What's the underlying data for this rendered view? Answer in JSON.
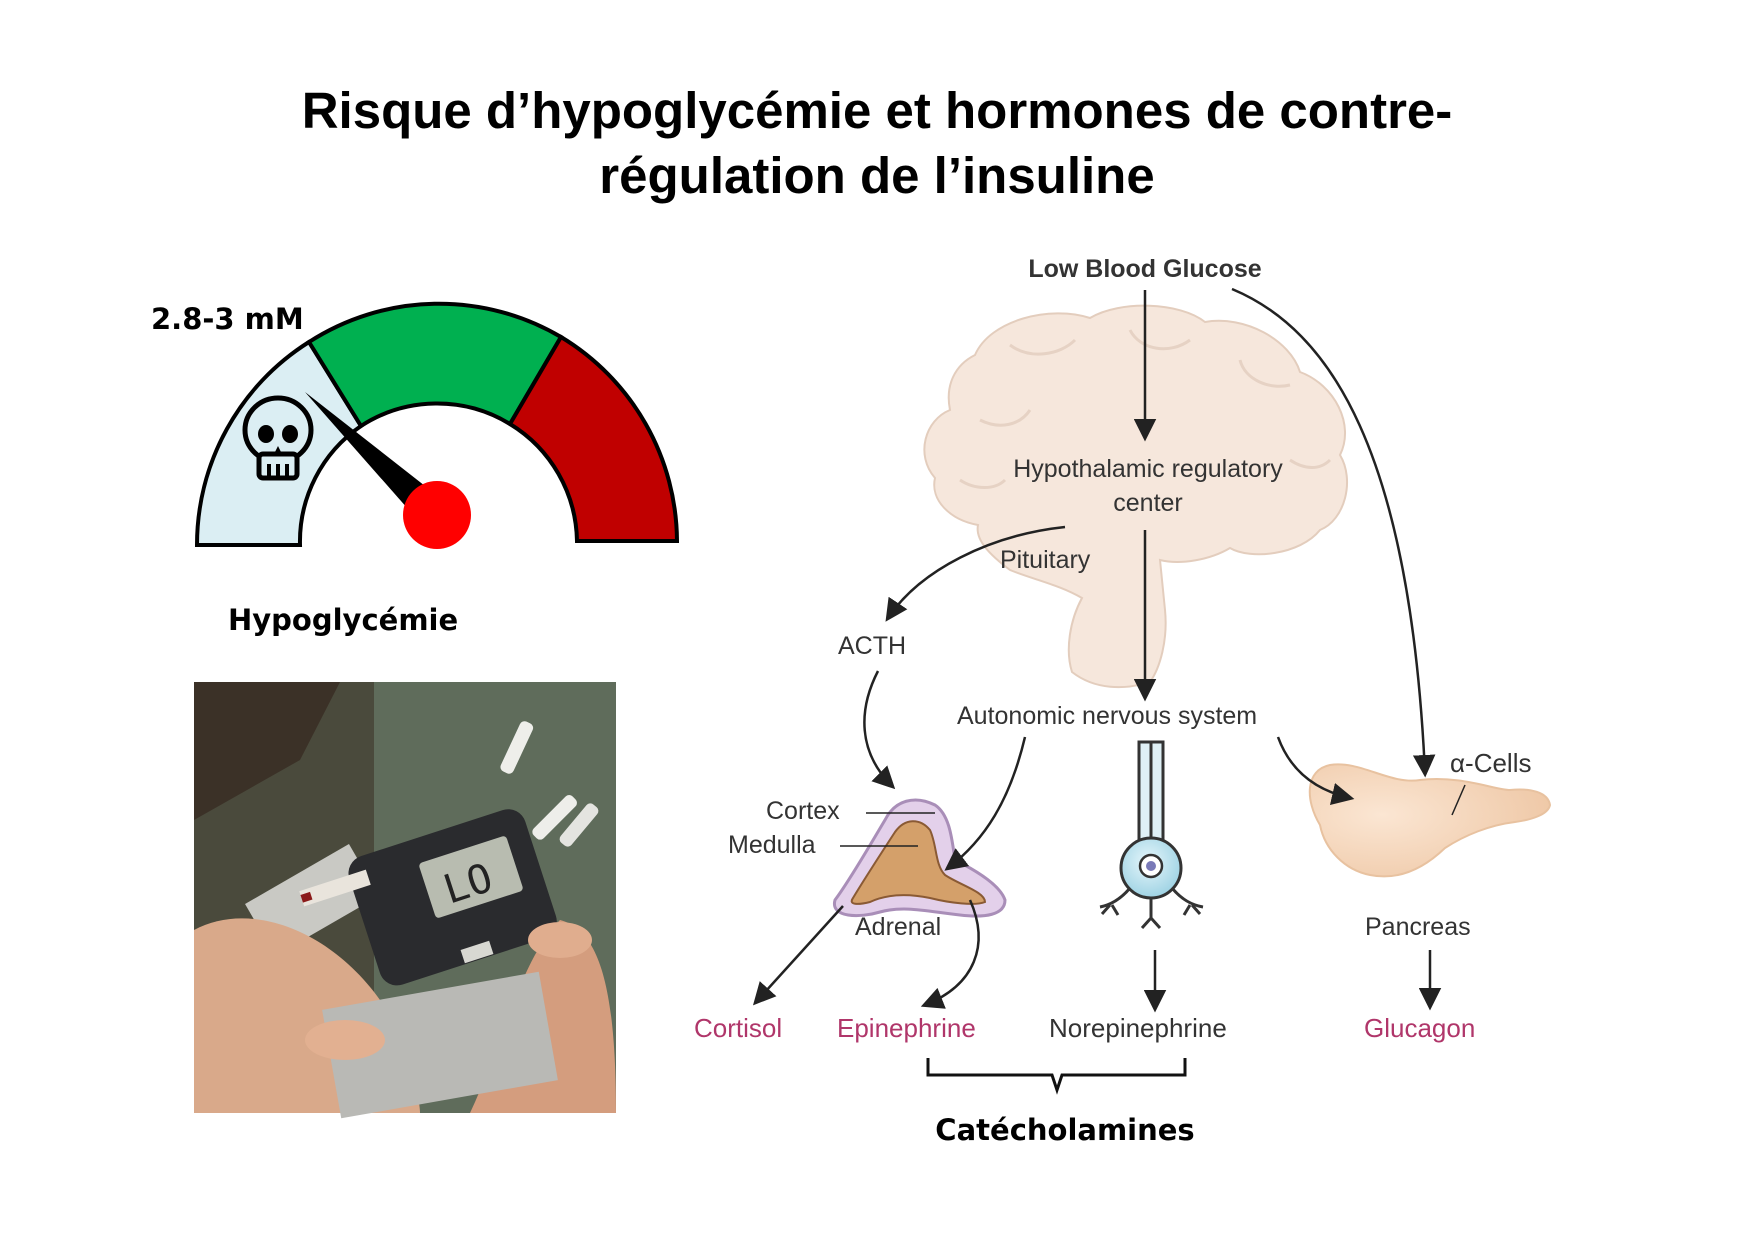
{
  "title": {
    "line1": "Risque d’hypoglycémie et hormones de contre-",
    "line2": "régulation de l’insuline"
  },
  "gauge": {
    "range_label": "2.8-3 mM",
    "caption": "Hypoglycémie",
    "icon": "skull-icon",
    "needle_zone": "hypoglycemia",
    "zones": [
      {
        "name": "hypoglycemia",
        "color": "#dbeef3"
      },
      {
        "name": "normal",
        "color": "#00b050"
      },
      {
        "name": "high",
        "color": "#c00000"
      }
    ],
    "needle_color": "#000000",
    "hub_color": "#ff0000"
  },
  "photo": {
    "meter_display": "LO"
  },
  "diagram": {
    "low_blood_glucose": "Low Blood Glucose",
    "hypothalamic_line1": "Hypothalamic regulatory",
    "hypothalamic_line2": "center",
    "pituitary": "Pituitary",
    "acth": "ACTH",
    "autonomic": "Autonomic nervous system",
    "alpha_cells": "α-Cells",
    "cortex": "Cortex",
    "medulla": "Medulla",
    "adrenal": "Adrenal",
    "pancreas": "Pancreas",
    "hormones": {
      "cortisol": "Cortisol",
      "epinephrine": "Epinephrine",
      "norepinephrine": "Norepinephrine",
      "glucagon": "Glucagon"
    },
    "catecholamines": "Catécholamines",
    "colors": {
      "hormone_text": "#b0366a",
      "brain_fill": "#f6e7dc",
      "pancreas_fill": "#f7d9bf"
    }
  }
}
